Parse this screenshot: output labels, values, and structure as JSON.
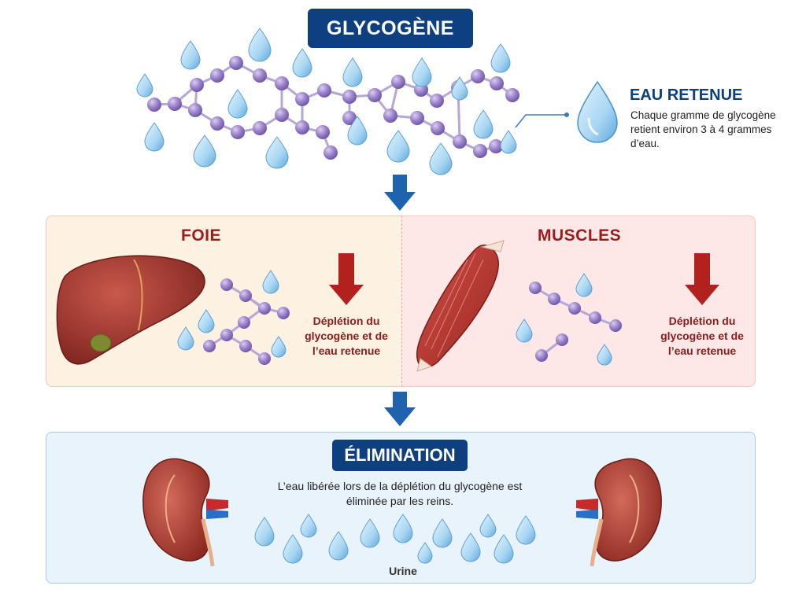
{
  "title": "GLYCOGÈNE",
  "water": {
    "title": "EAU RETENUE",
    "description": "Chaque gramme de glycogène retient environ 3 à 4 grammes d’eau."
  },
  "liver": {
    "title": "FOIE",
    "depletion": "Déplétion du glycogène et de l’eau retenue"
  },
  "muscles": {
    "title": "MUSCLES",
    "depletion": "Déplétion du glycogène et de l’eau retenue"
  },
  "elimination": {
    "title": "ÉLIMINATION",
    "description": "L’eau libérée lors de la déplétion du glycogène est éliminée par les reins.",
    "label": "Urine"
  },
  "colors": {
    "navy": "#0e3f7e",
    "arrow_blue": "#1e63b0",
    "arrow_red": "#b2211e",
    "molecule": "#9c82cc",
    "water": "#9fd0f0"
  }
}
